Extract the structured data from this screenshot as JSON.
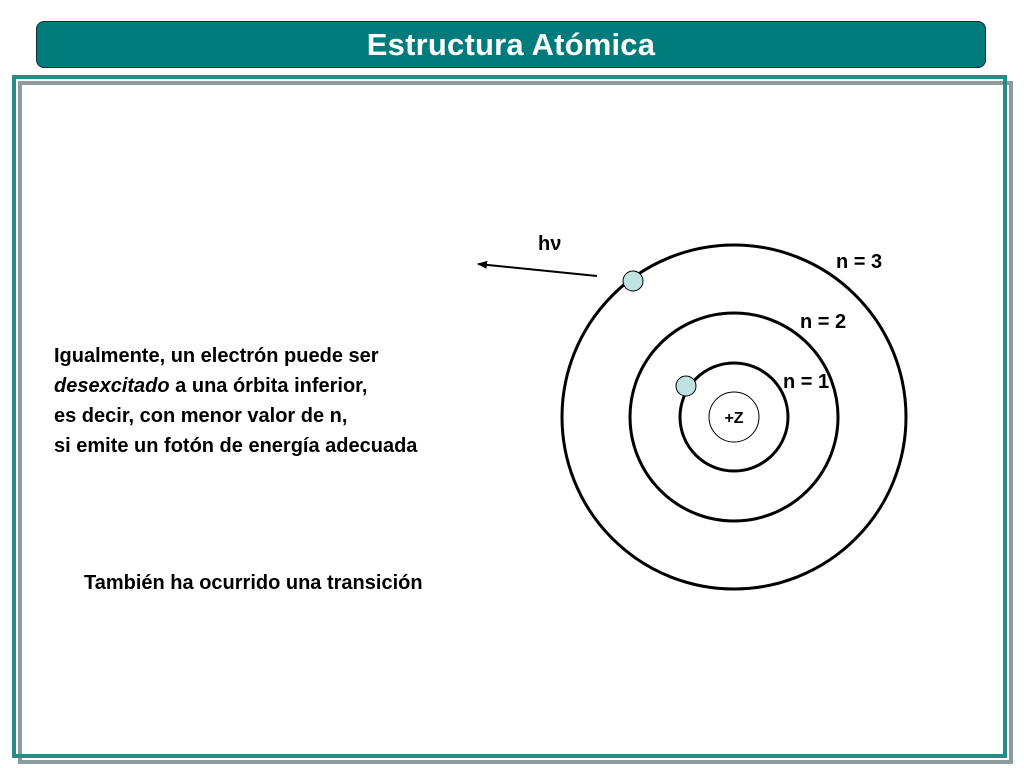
{
  "slide": {
    "title": "Estructura Atómica",
    "paragraph": {
      "line1": "Igualmente, un electrón puede ser",
      "line2_italic": "desexcitado",
      "line2_rest": " a una órbita inferior,",
      "line3": "es decir, con menor valor de n,",
      "line4": "si emite un fotón de energía adecuada"
    },
    "transition_note": "También ha ocurrido una transición"
  },
  "diagram": {
    "nucleus_label": "+Z",
    "orbits": [
      {
        "label": "n = 1"
      },
      {
        "label": "n = 2"
      },
      {
        "label": "n = 3"
      }
    ],
    "photon_label": "hν"
  },
  "colors": {
    "title_bg": "#007b7b",
    "frame_border": "#2a8a84",
    "frame_shadow": "#8c9b9b",
    "electron_fill": "#bfe3e3"
  }
}
